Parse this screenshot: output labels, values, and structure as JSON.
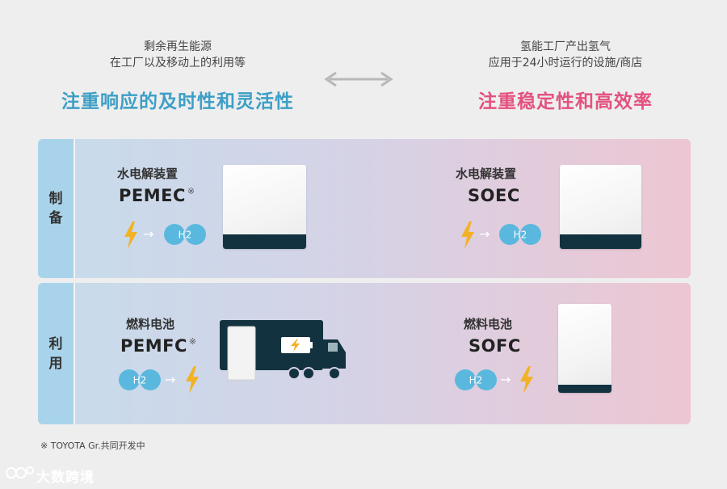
{
  "header": {
    "left": {
      "line1": "剩余再生能源",
      "line2": "在工厂以及移动上的利用等",
      "headline": "注重响应的及时性和灵活性"
    },
    "right": {
      "line1": "氢能工厂产出氢气",
      "line2": "应用于24小时运行的设施/商店",
      "headline": "注重稳定性和高效率"
    }
  },
  "rows": {
    "production": {
      "label_1": "制",
      "label_2": "备",
      "left_jp": "水电解装置",
      "left_en": "PEMEC",
      "left_mark": "※",
      "right_jp": "水电解装置",
      "right_en": "SOEC"
    },
    "usage": {
      "label_1": "利",
      "label_2": "用",
      "left_jp": "燃料电池",
      "left_en": "PEMFC",
      "left_mark": "※",
      "right_jp": "燃料电池",
      "right_en": "SOFC"
    }
  },
  "h2_label": "H2",
  "arrow_glyph": "→",
  "footnote": "※  TOYOTA Gr.共同开发中",
  "watermark": "大数跨境",
  "colors": {
    "left_accent": "#3d9fc6",
    "right_accent": "#e4517f",
    "lightning": "#f2b227",
    "h2_bubble": "#5ab8de",
    "device_bar": "#13323f"
  }
}
